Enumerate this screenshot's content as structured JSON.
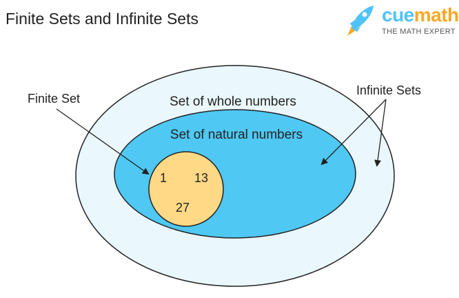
{
  "title": "Finite Sets and Infinite Sets",
  "logo": {
    "brand_part1": "cue",
    "brand_part2": "math",
    "tagline": "THE MATH EXPERT"
  },
  "diagram": {
    "outer_set_label": "Set of whole numbers",
    "middle_set_label": "Set of natural numbers",
    "inner_set_elements": [
      "1",
      "13",
      "27"
    ],
    "finite_label": "Finite Set",
    "infinite_label": "Infinite Sets"
  },
  "colors": {
    "outer": "#eaf7fd",
    "middle": "#4fc8f3",
    "inner": "#ffd985",
    "stroke": "#222222"
  }
}
